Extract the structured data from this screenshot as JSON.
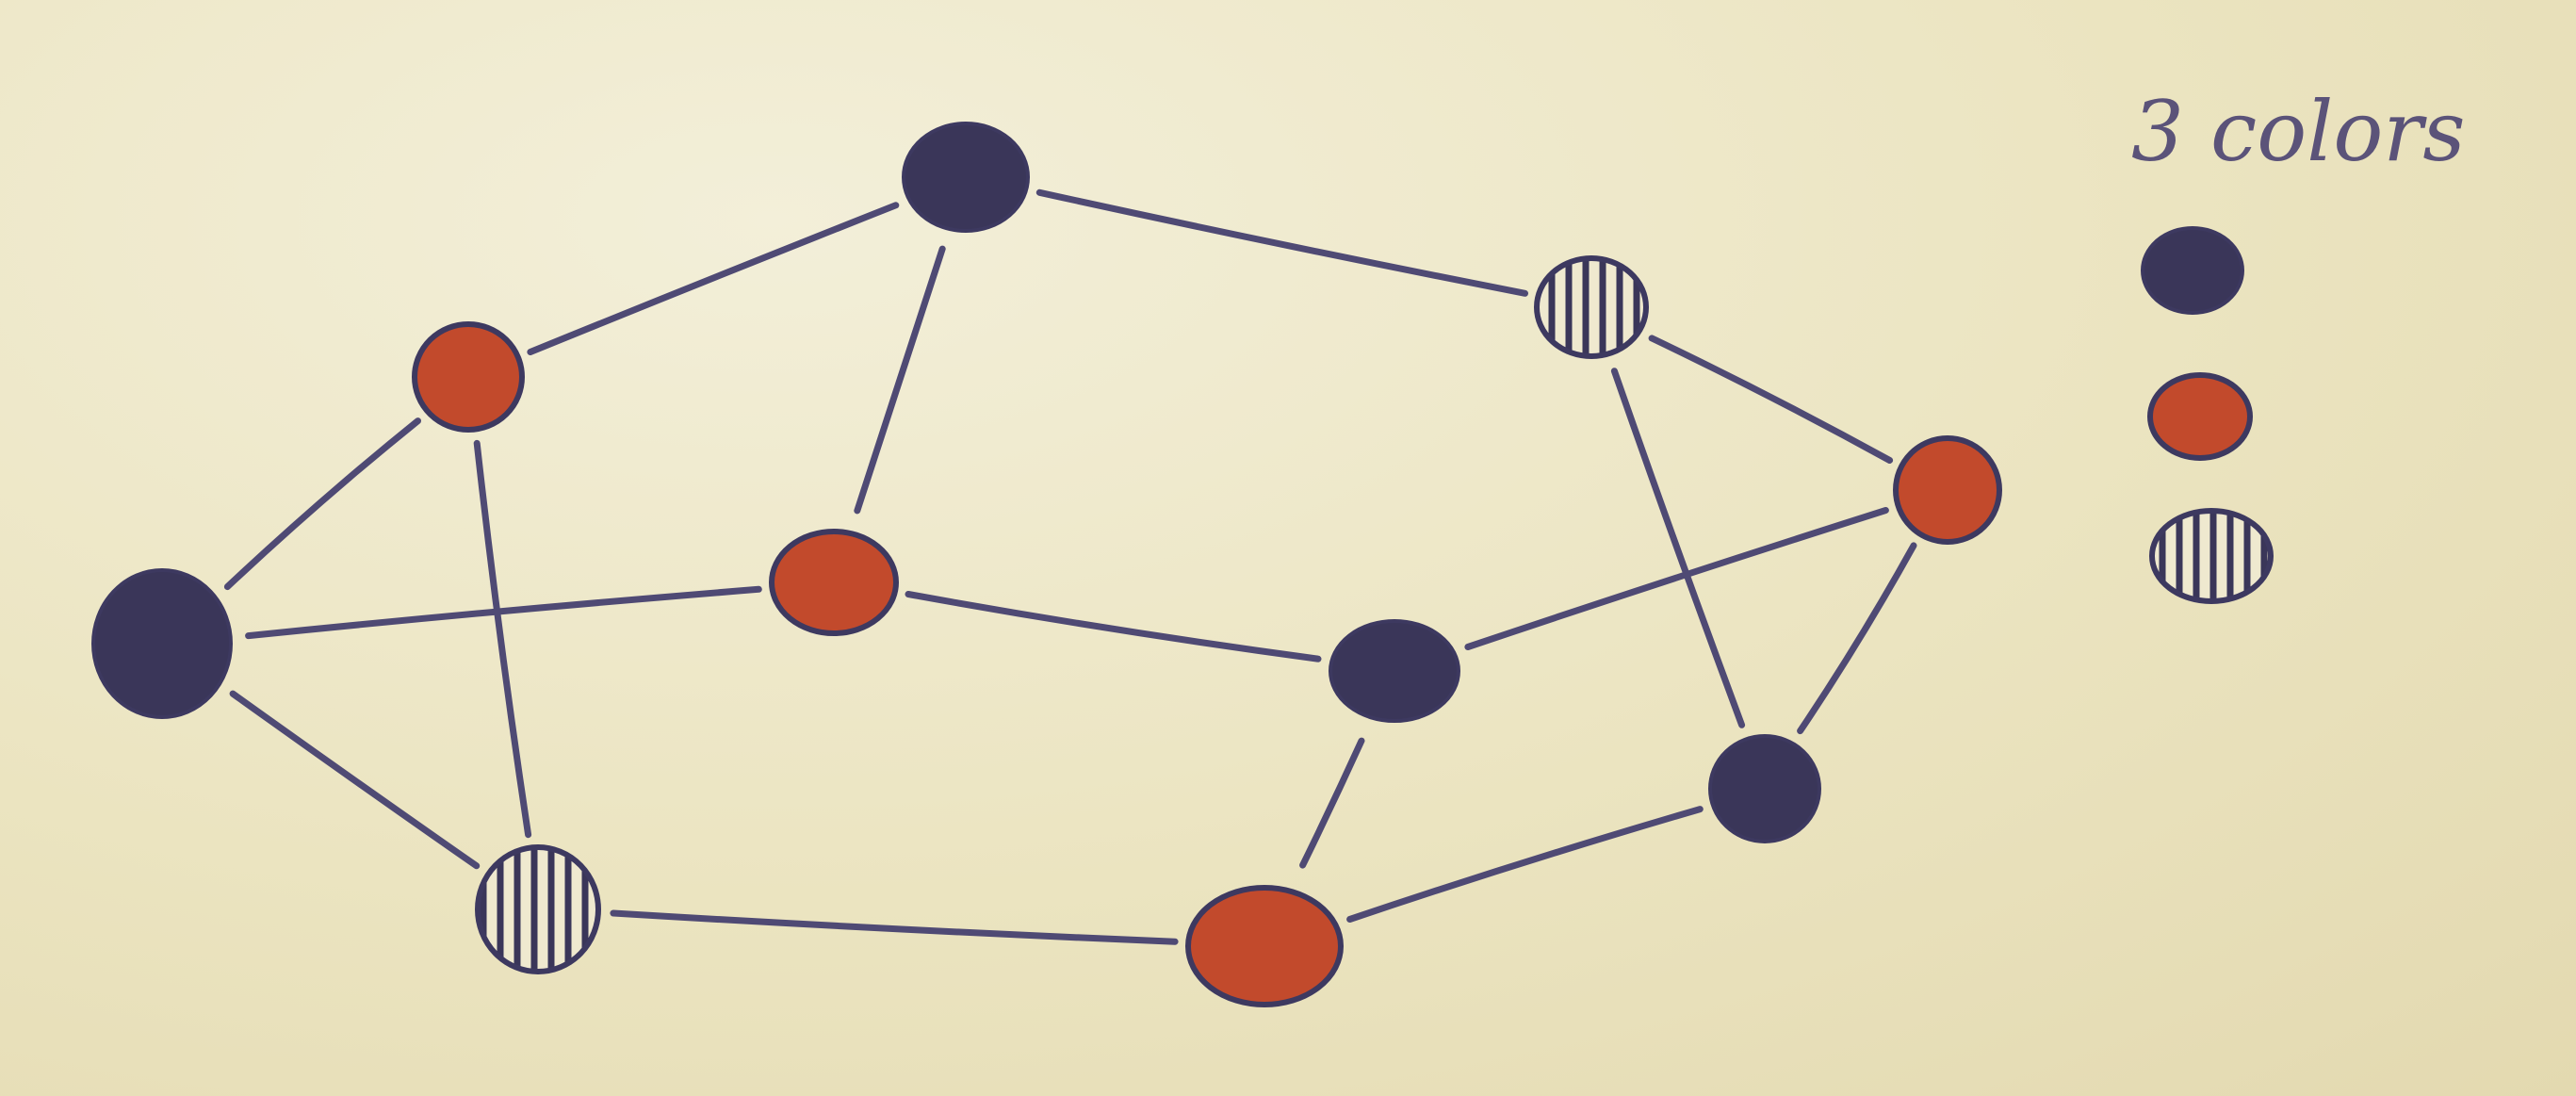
{
  "legend": {
    "title": "3 colors",
    "entries": [
      {
        "name": "dark-blue",
        "color": "#3a3659"
      },
      {
        "name": "red",
        "color": "#c24a2c"
      },
      {
        "name": "hatched",
        "color": "#3a3659"
      }
    ]
  },
  "colors": {
    "ink": "#4f4a74",
    "node_dark": "#3a3659",
    "node_red": "#c24a2c",
    "node_outline": "#3d3960",
    "paper": "#ece5c2"
  },
  "graph": {
    "nodes": [
      {
        "id": "n-top",
        "fill": "dark"
      },
      {
        "id": "n-left-red",
        "fill": "red"
      },
      {
        "id": "n-far-left",
        "fill": "dark"
      },
      {
        "id": "n-center-red",
        "fill": "red"
      },
      {
        "id": "n-top-right-hatched",
        "fill": "hatched"
      },
      {
        "id": "n-right-red",
        "fill": "red"
      },
      {
        "id": "n-center-dark",
        "fill": "dark"
      },
      {
        "id": "n-right-dark",
        "fill": "dark"
      },
      {
        "id": "n-bottom-left-hatched",
        "fill": "hatched"
      },
      {
        "id": "n-bottom-red",
        "fill": "red"
      }
    ],
    "edges": [
      [
        "n-far-left",
        "n-left-red"
      ],
      [
        "n-left-red",
        "n-top"
      ],
      [
        "n-top",
        "n-top-right-hatched"
      ],
      [
        "n-top-right-hatched",
        "n-right-red"
      ],
      [
        "n-top",
        "n-center-red"
      ],
      [
        "n-left-red",
        "n-bottom-left-hatched"
      ],
      [
        "n-far-left",
        "n-center-red"
      ],
      [
        "n-far-left",
        "n-bottom-left-hatched"
      ],
      [
        "n-center-red",
        "n-center-dark"
      ],
      [
        "n-center-dark",
        "n-right-red"
      ],
      [
        "n-top-right-hatched",
        "n-right-dark"
      ],
      [
        "n-right-red",
        "n-right-dark"
      ],
      [
        "n-center-dark",
        "n-bottom-red"
      ],
      [
        "n-bottom-left-hatched",
        "n-bottom-red"
      ],
      [
        "n-bottom-red",
        "n-right-dark"
      ]
    ]
  }
}
